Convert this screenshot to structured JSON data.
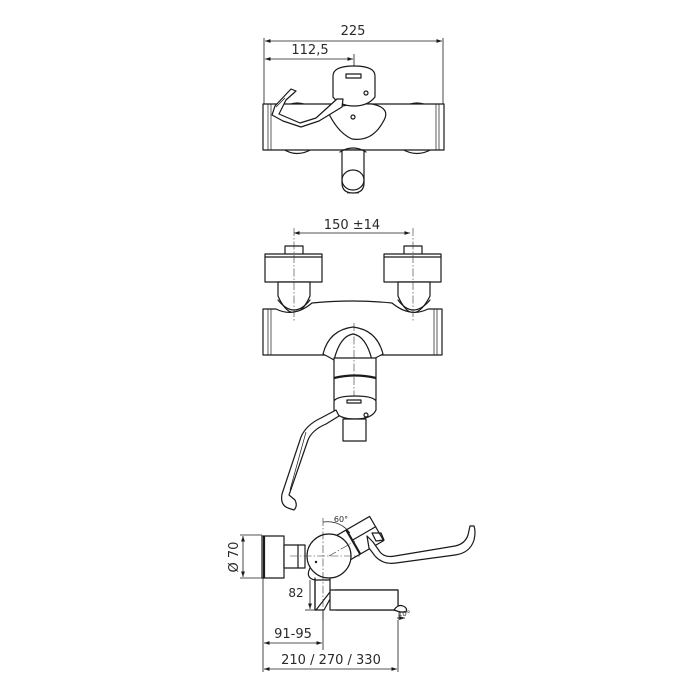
{
  "drawing": {
    "views": {
      "top": {
        "dimensions": {
          "overall_width": "225",
          "half_width": "112,5"
        }
      },
      "front": {
        "dimensions": {
          "inlet_spacing": "150 ±14"
        }
      },
      "side": {
        "dimensions": {
          "diameter": "Ø 70",
          "lever_angle": "60°",
          "outlet_height": "82",
          "wall_offset": "91-95",
          "spout_length": "210 / 270 / 330",
          "spout_tip_angle": "10°"
        }
      }
    },
    "colors": {
      "line": "#1a1a1a",
      "background": "#ffffff"
    }
  }
}
